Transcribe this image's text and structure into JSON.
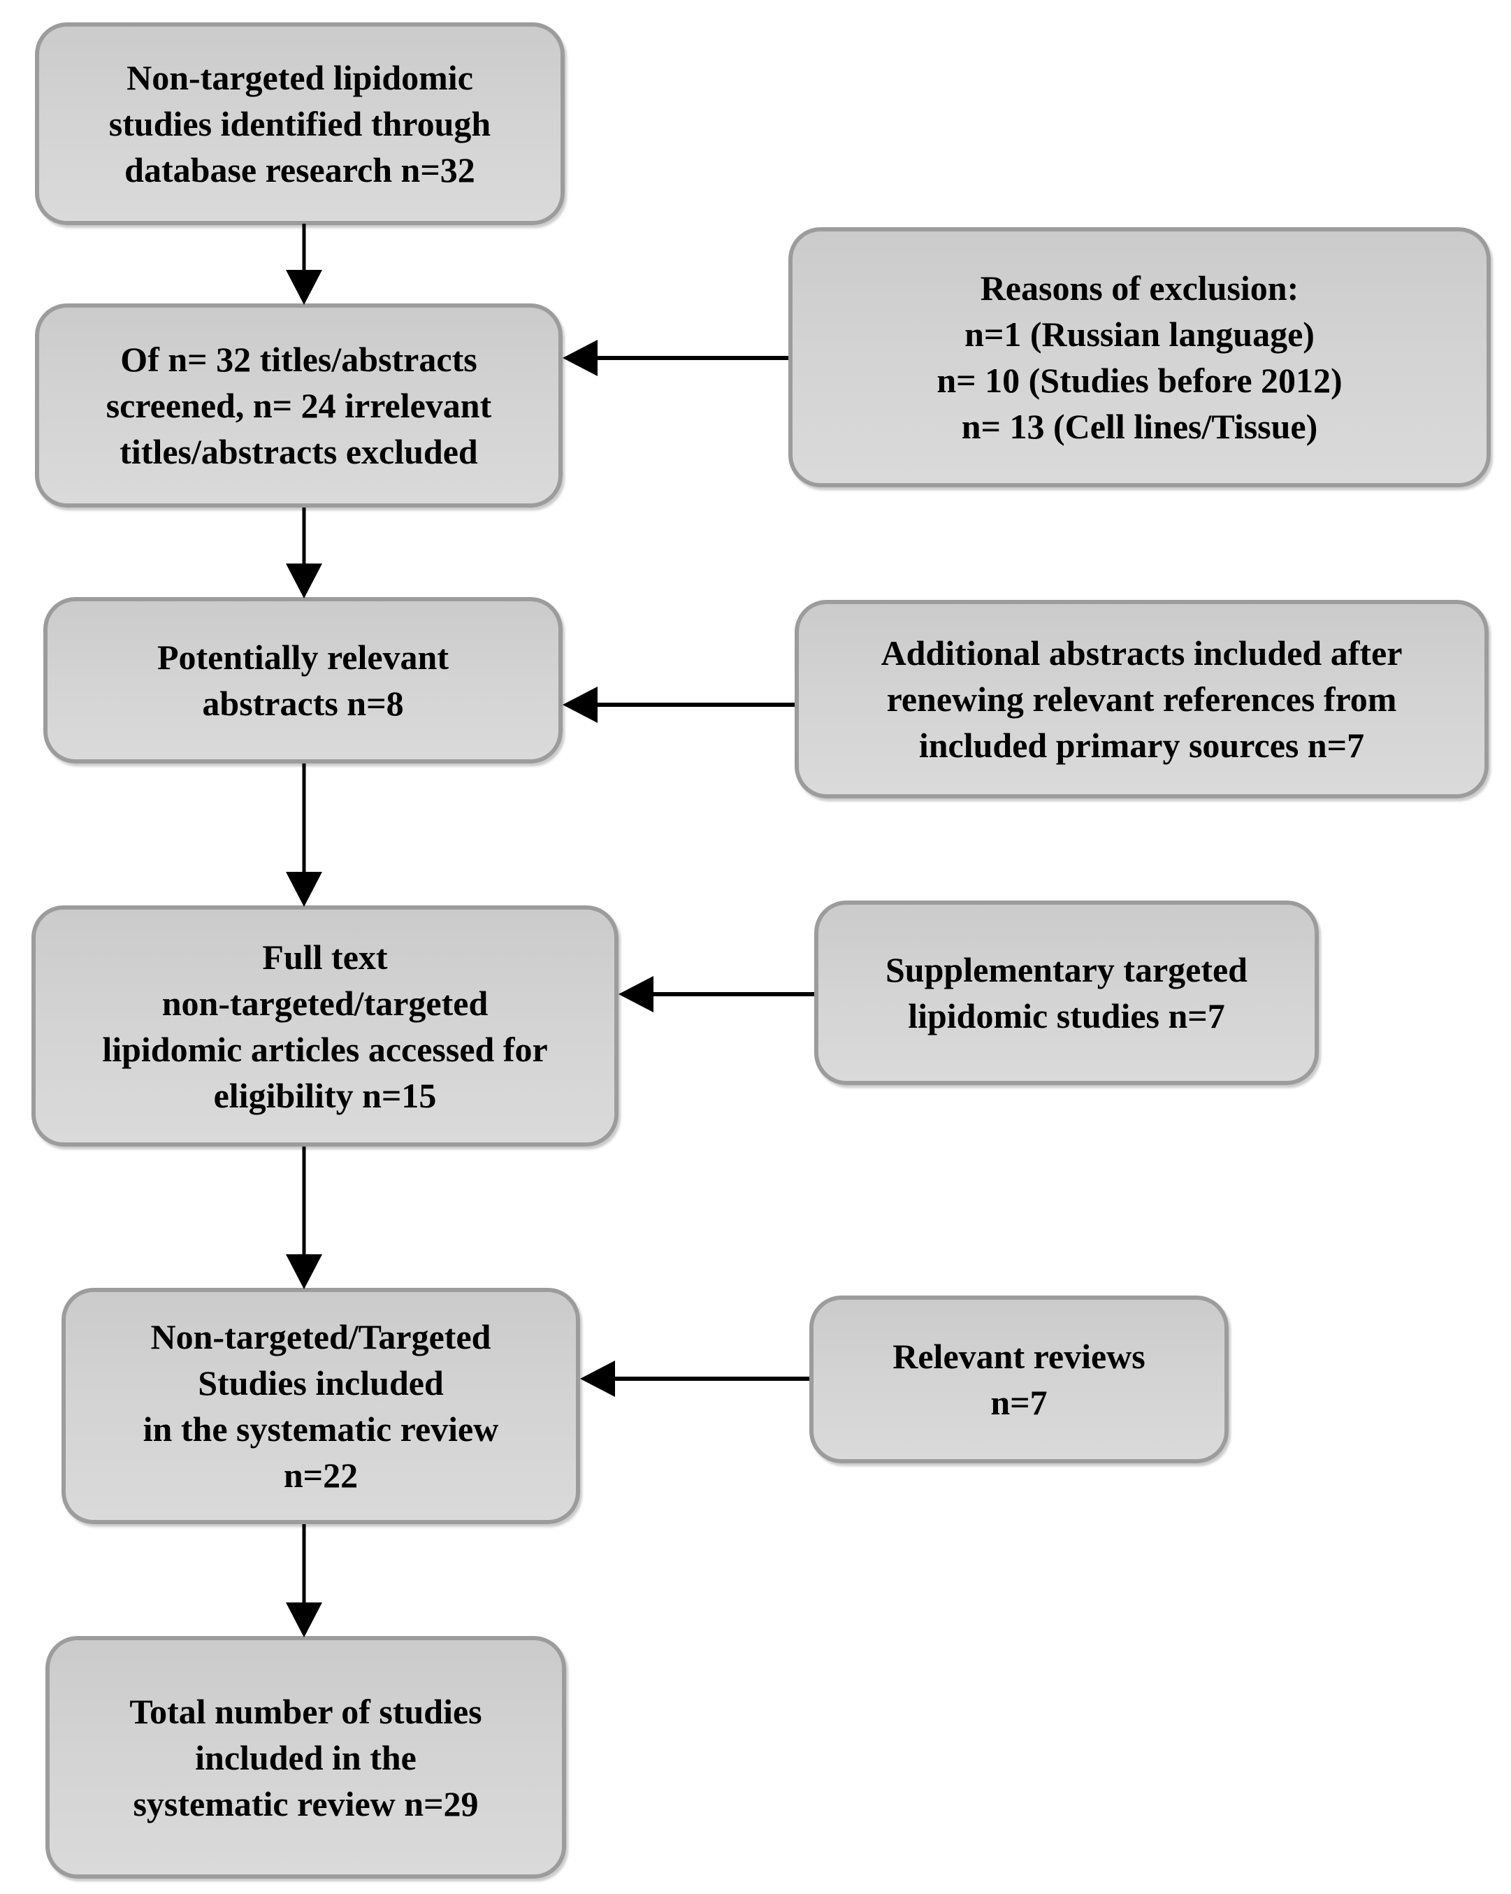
{
  "flowchart": {
    "title": "Study selection flow diagram (systematic review of lipidomic studies)",
    "colors": {
      "background": "#ffffff",
      "box_fill_top": "#cbcbcb",
      "box_fill_bottom": "#dadada",
      "box_border": "#9c9c9c",
      "arrow": "#000000",
      "text": "#000000"
    },
    "main_boxes": [
      {
        "id": "identified",
        "lines": [
          "Non-targeted lipidomic",
          "studies identified through",
          "database research n=32"
        ]
      },
      {
        "id": "screened",
        "lines": [
          "Of n= 32 titles/abstracts",
          "screened, n= 24 irrelevant",
          "titles/abstracts excluded"
        ]
      },
      {
        "id": "relevant-abstracts",
        "lines": [
          "Potentially relevant",
          "abstracts n=8"
        ]
      },
      {
        "id": "fulltext-eligibility",
        "lines": [
          "Full text",
          "non-targeted/targeted",
          "lipidomic articles accessed for",
          "eligibility n=15"
        ]
      },
      {
        "id": "included-studies",
        "lines": [
          "Non-targeted/Targeted",
          "Studies included",
          "in the systematic review",
          "n=22"
        ]
      },
      {
        "id": "total-studies",
        "lines": [
          "Total number of studies",
          "included in the",
          "systematic review n=29"
        ]
      }
    ],
    "side_boxes": [
      {
        "id": "exclusion-reasons",
        "lines": [
          "Reasons of exclusion:",
          "n=1 (Russian language)",
          "n= 10 (Studies before 2012)",
          "n= 13 (Cell lines/Tissue)"
        ]
      },
      {
        "id": "additional-abstracts",
        "lines": [
          "Additional abstracts included after",
          "renewing relevant references from",
          "included primary sources n=7"
        ]
      },
      {
        "id": "supplementary-targeted",
        "lines": [
          "Supplementary targeted",
          "lipidomic studies n=7"
        ]
      },
      {
        "id": "relevant-reviews",
        "lines": [
          "Relevant reviews",
          "n=7"
        ]
      }
    ]
  }
}
